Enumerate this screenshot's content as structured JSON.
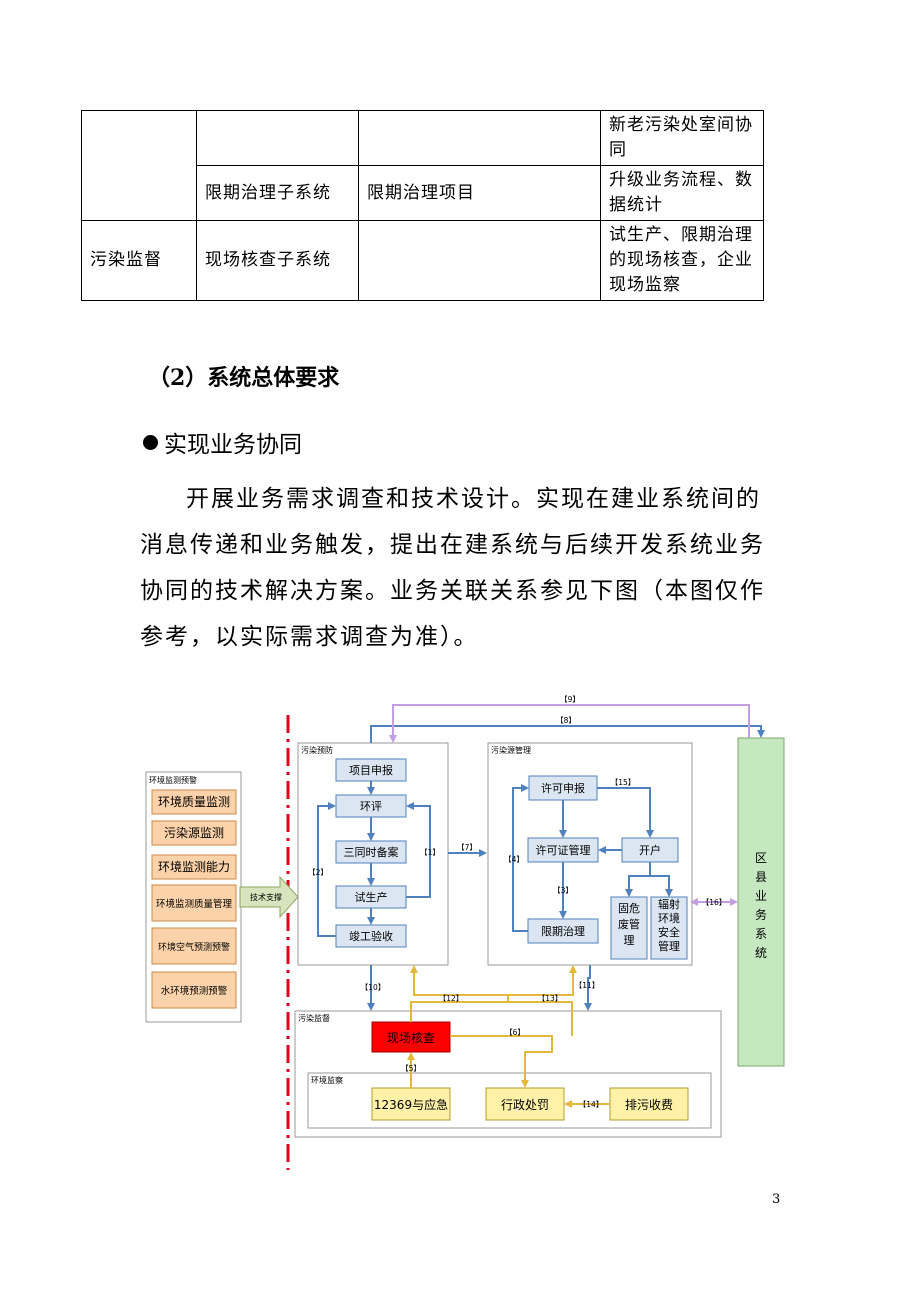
{
  "table": {
    "rows": [
      [
        "",
        "",
        "",
        "新老污染处室间协同"
      ],
      [
        "",
        "限期治理子系统",
        "限期治理项目",
        "升级业务流程、数据统计"
      ],
      [
        "污染监督",
        "现场核查子系统",
        "",
        "试生产、限期治理的现场核查，企业现场监察"
      ]
    ]
  },
  "section_heading": "（2）系统总体要求",
  "bullet": "实现业务协同",
  "paragraph": "开展业务需求调查和技术设计。实现在建业系统间的消息传递和业务触发，提出在建系统与后续开发系统业务协同的技术解决方案。业务关联关系参见下图（本图仅作参考，以实际需求调查为准）。",
  "diagram": {
    "colors": {
      "blue": "#4f81bd",
      "gold": "#e6b838",
      "purple": "#c49ee0",
      "red_line": "#e3001b",
      "orange_fill": "#fbd2a9",
      "blue_fill": "#dce6f2",
      "green_fill": "#c6e8c0",
      "yellow_fill": "#fff2a8",
      "red_fill": "#ff0000"
    },
    "groups": {
      "monitor": "环境监测预警",
      "prevention": "污染预防",
      "source": "污染源管理",
      "supervision": "污染监督",
      "inspection": "环境监察"
    },
    "monitor_items": [
      "环境质量监测",
      "污染源监测",
      "环境监测能力",
      "环境监测质量管理",
      "环境空气预测预警",
      "水环境预测预警"
    ],
    "tech_support": "技术支撑",
    "prevention_items": [
      "项目申报",
      "环评",
      "三同时备案",
      "试生产",
      "竣工验收"
    ],
    "source_items": {
      "permit_apply": "许可申报",
      "permit_manage": "许可证管理",
      "open_account": "开户",
      "solid_waste": "固危废管理",
      "radiation": "辐射环境安全管理",
      "deadline": "限期治理"
    },
    "county": "区县业务系统",
    "supervision_items": {
      "site_check": "现场核查",
      "hotline": "12369与应急",
      "penalty": "行政处罚",
      "fee": "排污收费"
    },
    "labels": {
      "l1": "【1】",
      "l2": "【2】",
      "l3": "【3】",
      "l4": "【4】",
      "l5": "【5】",
      "l6": "【6】",
      "l7": "【7】",
      "l8": "【8】",
      "l9": "【9】",
      "l10": "【10】",
      "l11": "【11】",
      "l12": "【12】",
      "l13": "【13】",
      "l14": "【14】",
      "l15": "【15】",
      "l16": "【16】"
    }
  },
  "page_number": "3"
}
